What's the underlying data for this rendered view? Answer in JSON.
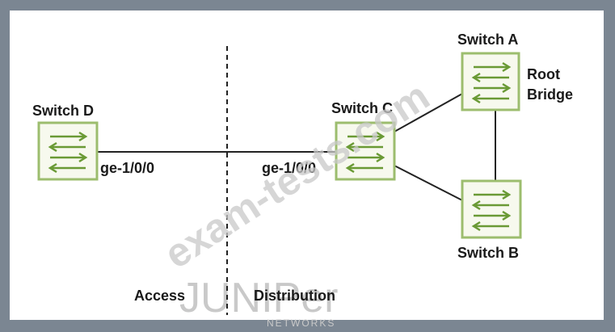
{
  "switches": {
    "switch_a": {
      "label": "Switch A",
      "role_line1": "Root",
      "role_line2": "Bridge"
    },
    "switch_b": {
      "label": "Switch B"
    },
    "switch_c": {
      "label": "Switch C"
    },
    "switch_d": {
      "label": "Switch D"
    }
  },
  "ports": {
    "switch_d_port": "ge-1/0/0",
    "switch_c_port": "ge-1/0/0"
  },
  "zones": {
    "left": "Access",
    "right": "Distribution"
  },
  "watermark": {
    "text": "exam-tests.com",
    "logo": "JUNIPer",
    "logo_sub": "NETWORKS"
  },
  "colors": {
    "frame": "#7b8692",
    "switch_fill": "#f7f9ee",
    "switch_border": "#9cbd6e",
    "arrow": "#6a9a35",
    "link": "#222222"
  }
}
